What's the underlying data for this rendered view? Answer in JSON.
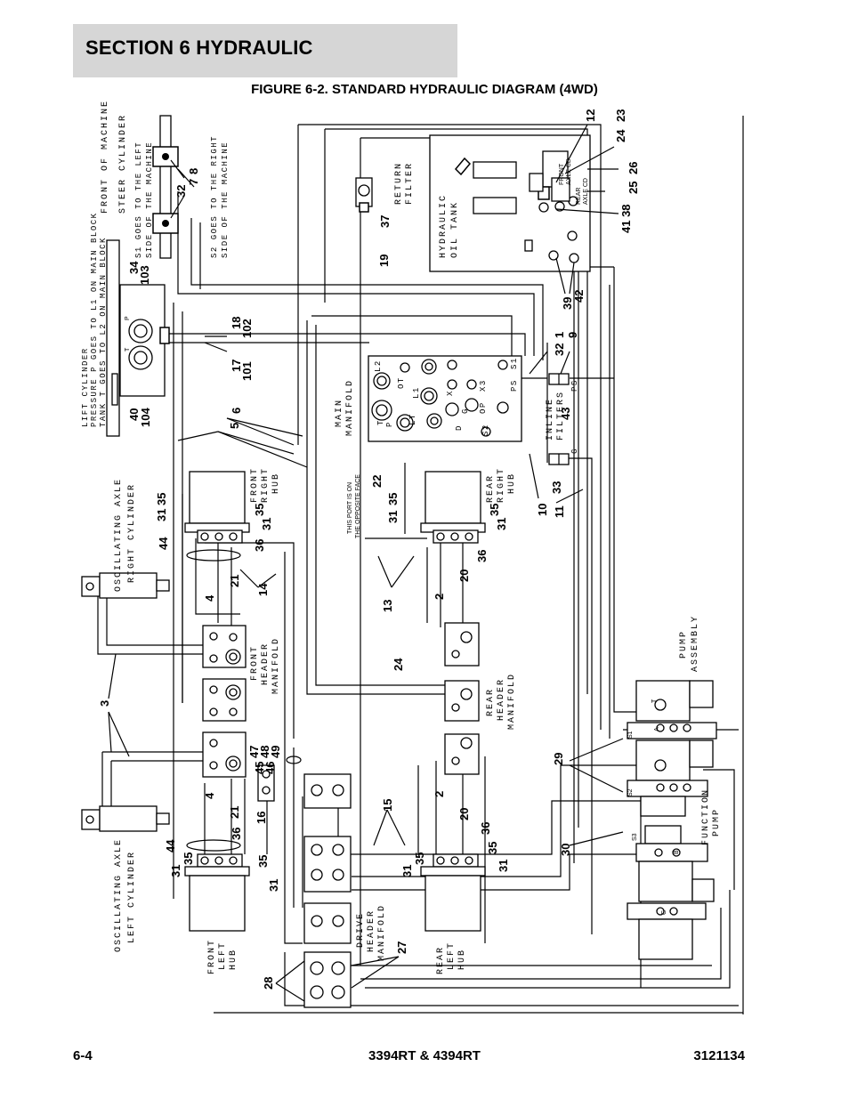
{
  "header": {
    "section_title": "SECTION 6   HYDRAULIC",
    "figure_title": "FIGURE 6-2. STANDARD HYDRAULIC DIAGRAM (4WD)",
    "band_color": "#d6d6d6"
  },
  "footer": {
    "page_number": "6-4",
    "model": "3394RT & 4394RT",
    "doc_number": "3121134"
  },
  "labels": {
    "front_of_machine": "FRONT OF MACHINE",
    "steer_cylinder": "STEER CYLINDER",
    "s1_note": "S1 GOES TO THE LEFT",
    "s1_note2": "SIDE OF THE MACHINE",
    "s2_note": "S2 GOES TO THE RIGHT",
    "s2_note2": "SIDE OF THE MACHINE",
    "lift_cylinder": "LIFT CYLINDER",
    "lift_note1": "PRESSURE P GOES TO L1 ON MAIN BLOCK",
    "lift_note2": "TANK T GOES TO L2 ON MAIN BLOCK",
    "return_filter1": "RETURN",
    "return_filter2": "FILTER",
    "oil_tank1": "HYDRAULIC",
    "oil_tank2": "OIL TANK",
    "front_axle_cd1": "FRONT",
    "front_axle_cd2": "AXLE CD",
    "rear_axle_cd1": "REAR",
    "rear_axle_cd2": "AXLE CD",
    "main_manifold1": "MAIN",
    "main_manifold2": "MANIFOLD",
    "inline_filters1": "INLINE",
    "inline_filters2": "FILTERS",
    "opposite_face1": "THIS PORT IS ON",
    "opposite_face2": "THE OPPOSITE FACE",
    "osc_right1": "OSCILLATING AXLE",
    "osc_right2": "RIGHT CYLINDER",
    "osc_left1": "OSCILLATING AXLE",
    "osc_left2": "LEFT CYLINDER",
    "front_right_hub": [
      "FRONT",
      "RIGHT",
      "HUB"
    ],
    "rear_right_hub": [
      "REAR",
      "RIGHT",
      "HUB"
    ],
    "front_left_hub": [
      "FRONT",
      "LEFT",
      "HUB"
    ],
    "rear_left_hub": [
      "REAR",
      "LEFT",
      "HUB"
    ],
    "front_header_manifold": [
      "FRONT",
      "HEADER",
      "MANIFOLD"
    ],
    "rear_header_manifold": [
      "REAR",
      "HEADER",
      "MANIFOLD"
    ],
    "drive_header_manifold": [
      "DRIVE",
      "HEADER",
      "MANIFOLD"
    ],
    "pump_assembly1": "PUMP",
    "pump_assembly2": "ASSEMBLY",
    "function_pump1": "FUNCTION",
    "function_pump2": "PUMP"
  },
  "port_labels": {
    "main": [
      "L2",
      "OT",
      "X",
      "L1",
      "X3",
      "P",
      "LT",
      "G",
      "OP",
      "PS",
      "S1",
      "S2",
      "D",
      "T"
    ],
    "filters": [
      "PS",
      "G"
    ],
    "pump": [
      "S1",
      "S2",
      "S3",
      "T",
      "A",
      "B",
      "G"
    ],
    "lift": [
      "P",
      "T"
    ]
  },
  "callouts": {
    "c12": "12",
    "c23": "23",
    "c24": "24",
    "c26": "26",
    "c25": "25",
    "c41_38": "41 38",
    "c32a": "32",
    "c7": "7",
    "c8": "8",
    "c37": "37",
    "c19": "19",
    "c34": "34",
    "c103": "103",
    "c18": "18",
    "c102": "102",
    "c17": "17",
    "c101": "101",
    "c40": "40",
    "c104": "104",
    "c39": "39",
    "c42": "42",
    "c1": "1",
    "c32b": "32",
    "c9": "9",
    "c43": "43",
    "c6": "6",
    "c5": "5",
    "c22": "22",
    "c33": "33",
    "c10": "10",
    "c11": "11",
    "c31a": "31",
    "c35a": "35",
    "c35b": "35",
    "c31b": "31",
    "c44a": "44",
    "c36a": "36",
    "c21a": "21",
    "c4a": "4",
    "c14": "14",
    "c31c": "31",
    "c35c": "35",
    "c35d": "35",
    "c31d": "31",
    "c36b": "36",
    "c20a": "20",
    "c2a": "2",
    "c13": "13",
    "c24b": "24",
    "c3": "3",
    "c29": "29",
    "c47": "47",
    "c48": "48",
    "c49": "49",
    "c45": "45",
    "c46": "46",
    "c4b": "4",
    "c21b": "21",
    "c16": "16",
    "c36c": "36",
    "c44b": "44",
    "c35e": "35",
    "c31e": "31",
    "c35f": "35",
    "c31f": "31",
    "c15": "15",
    "c2b": "2",
    "c20b": "20",
    "c36d": "36",
    "c35g": "35",
    "c31g": "31",
    "c35h": "35",
    "c31h": "31",
    "c30": "30",
    "c28": "28",
    "c27": "27"
  }
}
